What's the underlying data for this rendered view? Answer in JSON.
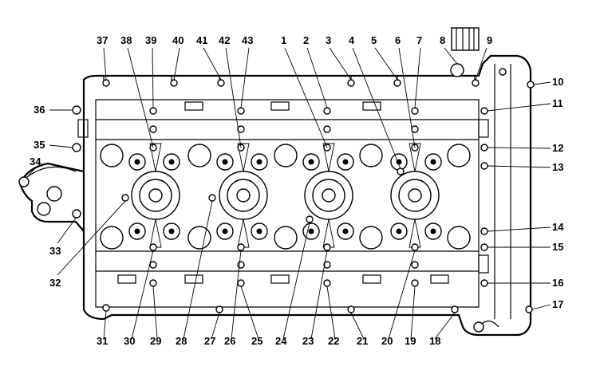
{
  "diagram": {
    "labels": {
      "l1": "1",
      "l2": "2",
      "l3": "3",
      "l4": "4",
      "l5": "5",
      "l6": "6",
      "l7": "7",
      "l8": "8",
      "l9": "9",
      "l10": "10",
      "l11": "11",
      "l12": "12",
      "l13": "13",
      "l14": "14",
      "l15": "15",
      "l16": "16",
      "l17": "17",
      "l18": "18",
      "l19": "19",
      "l20": "20",
      "l21": "21",
      "l22": "22",
      "l23": "23",
      "l24": "24",
      "l25": "25",
      "l26": "26",
      "l27": "27",
      "l28": "28",
      "l29": "29",
      "l30": "30",
      "l31": "31",
      "l32": "32",
      "l33": "33",
      "l34": "34",
      "l35": "35",
      "l36": "36",
      "l37": "37",
      "l38": "38",
      "l39": "39",
      "l40": "40",
      "l41": "41",
      "l42": "42",
      "l43": "43"
    },
    "colors": {
      "ink": "#000000",
      "paper": "#ffffff"
    }
  }
}
